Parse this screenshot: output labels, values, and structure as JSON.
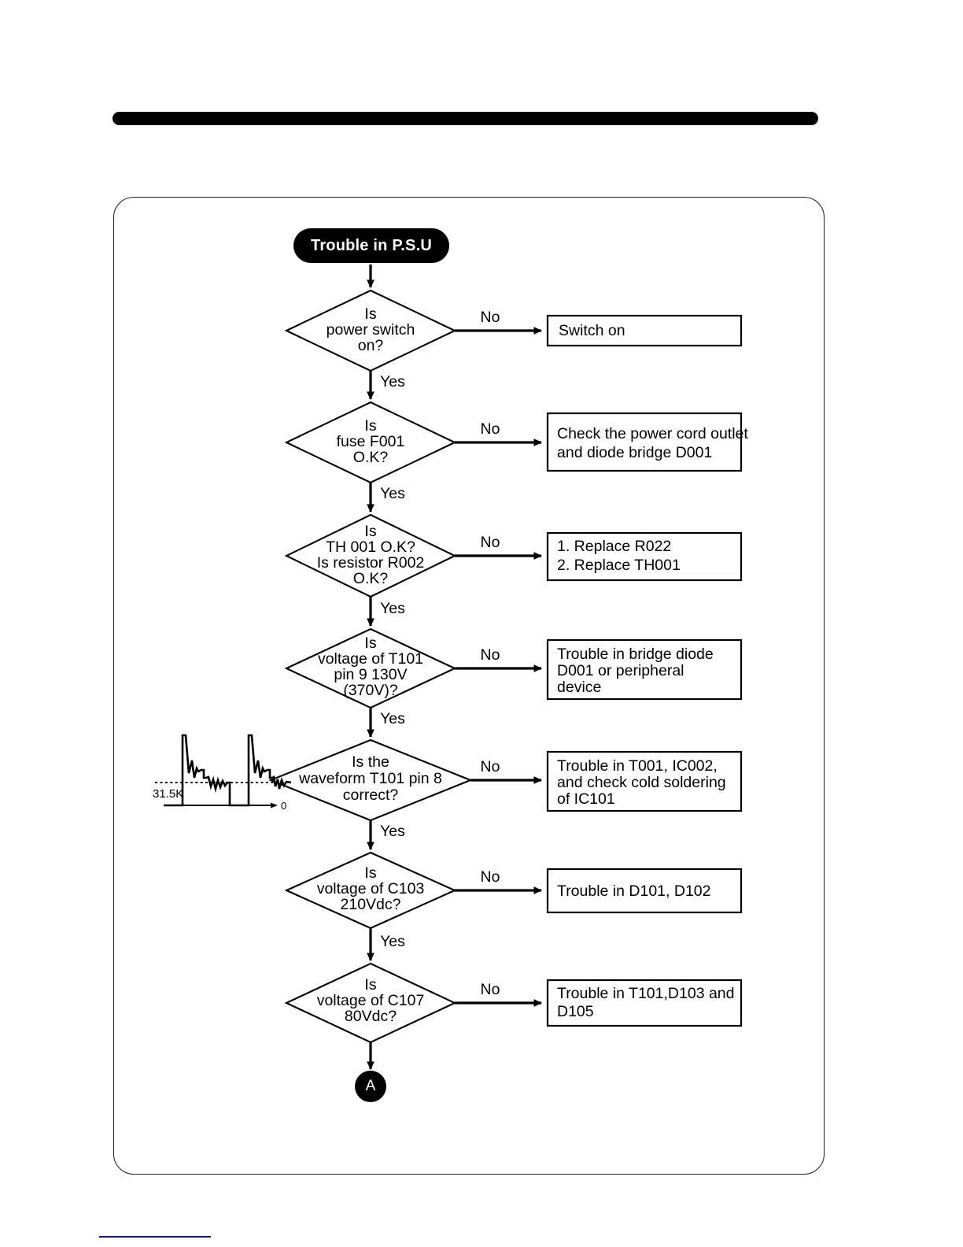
{
  "page": {
    "header_rule": "",
    "footer_rule": ""
  },
  "flowchart": {
    "title": "Trouble in P.S.U",
    "yes_label": "Yes",
    "no_label": "No",
    "connector": "A",
    "steps": [
      {
        "id": "power-switch",
        "question_lines": [
          "Is",
          "power switch",
          "on?"
        ],
        "no_label": "No",
        "yes_label": "Yes",
        "action_lines": [
          "Switch on"
        ]
      },
      {
        "id": "fuse-f001",
        "question_lines": [
          "Is",
          "fuse F001",
          "O.K?"
        ],
        "no_label": "No",
        "yes_label": "Yes",
        "action_lines": [
          "Check the power cord outlet",
          "and diode bridge D001"
        ]
      },
      {
        "id": "th001-r002",
        "question_lines": [
          "Is",
          "TH 001 O.K?",
          "Is resistor R002",
          "O.K?"
        ],
        "no_label": "No",
        "yes_label": "Yes",
        "action_lines": [
          "1. Replace R022",
          "2. Replace TH001"
        ]
      },
      {
        "id": "t101-pin9",
        "question_lines": [
          "Is",
          "voltage of T101",
          "pin 9 130V",
          "(370V)?"
        ],
        "no_label": "No",
        "yes_label": "Yes",
        "action_lines": [
          "Trouble in  bridge  diode",
          "D001 or peripheral",
          "device"
        ]
      },
      {
        "id": "waveform-t101-pin8",
        "question_lines": [
          "Is the",
          "waveform T101 pin 8",
          "correct?"
        ],
        "no_label": "No",
        "yes_label": "Yes",
        "action_lines": [
          "Trouble in T001, IC002,",
          "and check cold soldering",
          "of IC101"
        ]
      },
      {
        "id": "c103-voltage",
        "question_lines": [
          "Is",
          "voltage of C103",
          "210Vdc?"
        ],
        "no_label": "No",
        "yes_label": "Yes",
        "action_lines": [
          "Trouble in D101, D102"
        ]
      },
      {
        "id": "c107-voltage",
        "question_lines": [
          "Is",
          "voltage of C107",
          "80Vdc?"
        ],
        "no_label": "No",
        "yes_label": "",
        "action_lines": [
          "Trouble in T101,D103 and",
          "D105"
        ]
      }
    ]
  },
  "waveform": {
    "amplitude_label": "31.5K",
    "baseline_label": "0"
  },
  "colors": {
    "ink": "#000000",
    "paper": "#ffffff",
    "footer_rule": "#151573"
  }
}
